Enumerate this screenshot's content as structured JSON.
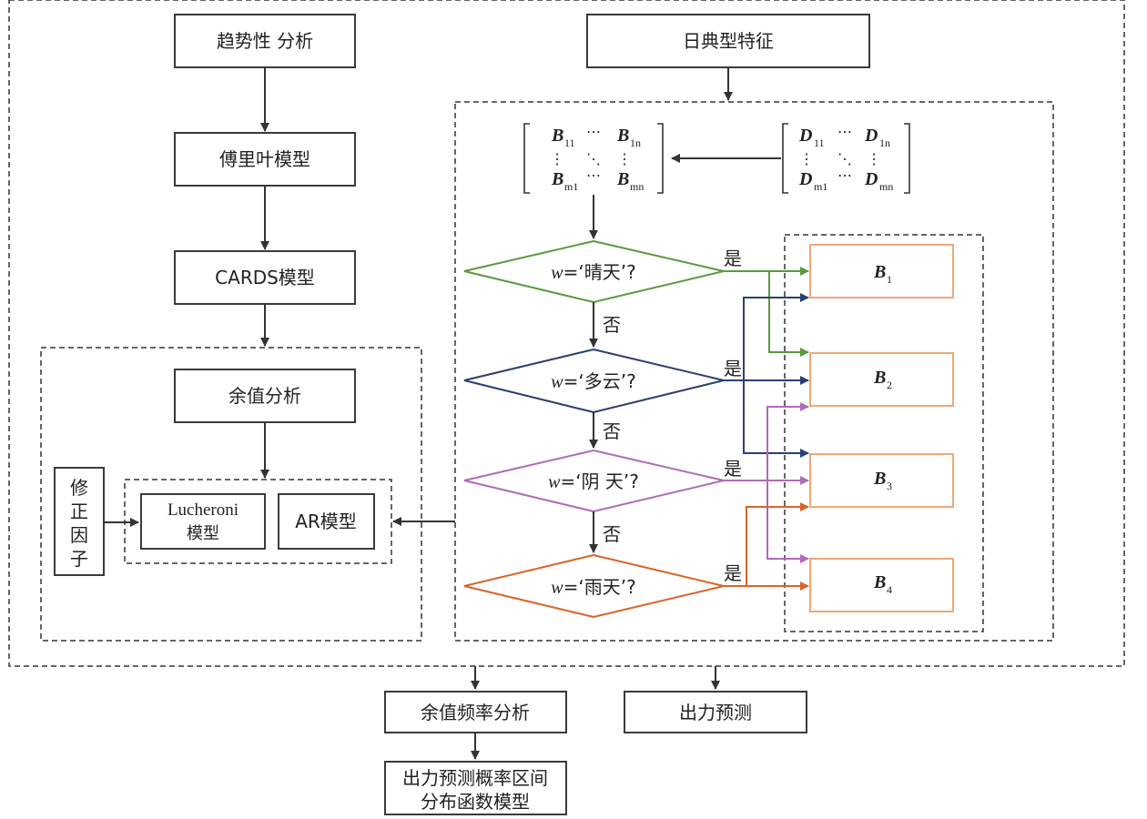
{
  "colors": {
    "sunny": "#5a9a3c",
    "cloudy": "#2a3f73",
    "overcast": "#b06ab8",
    "rainy": "#d9642a",
    "class_box": "#f0a878",
    "line": "#333333"
  },
  "left": {
    "trend": "趋势性 分析",
    "fourier": "傅里叶模型",
    "cards": "CARDS模型",
    "residual": "余值分析",
    "correction": [
      "修",
      "正",
      "因",
      "子"
    ],
    "lucheroni": [
      "Lucheroni",
      "模型"
    ],
    "ar": "AR模型"
  },
  "right": {
    "daily": "日典型特征",
    "matrix_b": {
      "tl": "B",
      "tl_sub": "11",
      "tr": "B",
      "tr_sub": "1n",
      "bl": "B",
      "bl_sub": "m1",
      "br": "B",
      "br_sub": "mn"
    },
    "matrix_d": {
      "tl": "D",
      "tl_sub": "11",
      "tr": "D",
      "tr_sub": "1n",
      "bl": "D",
      "bl_sub": "m1",
      "br": "D",
      "br_sub": "mn"
    },
    "decisions": [
      {
        "var": "w",
        "text": "=‘晴天’?"
      },
      {
        "var": "w",
        "text": "=‘多云’?"
      },
      {
        "var": "w",
        "text": "=‘阴 天’?"
      },
      {
        "var": "w",
        "text": "=‘雨天’?"
      }
    ],
    "yes": "是",
    "no": "否",
    "classes": [
      {
        "name": "B",
        "sub": "1"
      },
      {
        "name": "B",
        "sub": "2"
      },
      {
        "name": "B",
        "sub": "3"
      },
      {
        "name": "B",
        "sub": "4"
      }
    ]
  },
  "bottom": {
    "residual_freq": "余值频率分析",
    "output_forecast": "出力预测",
    "prob_model": [
      "出力预测概率区间",
      "分布函数模型"
    ]
  }
}
